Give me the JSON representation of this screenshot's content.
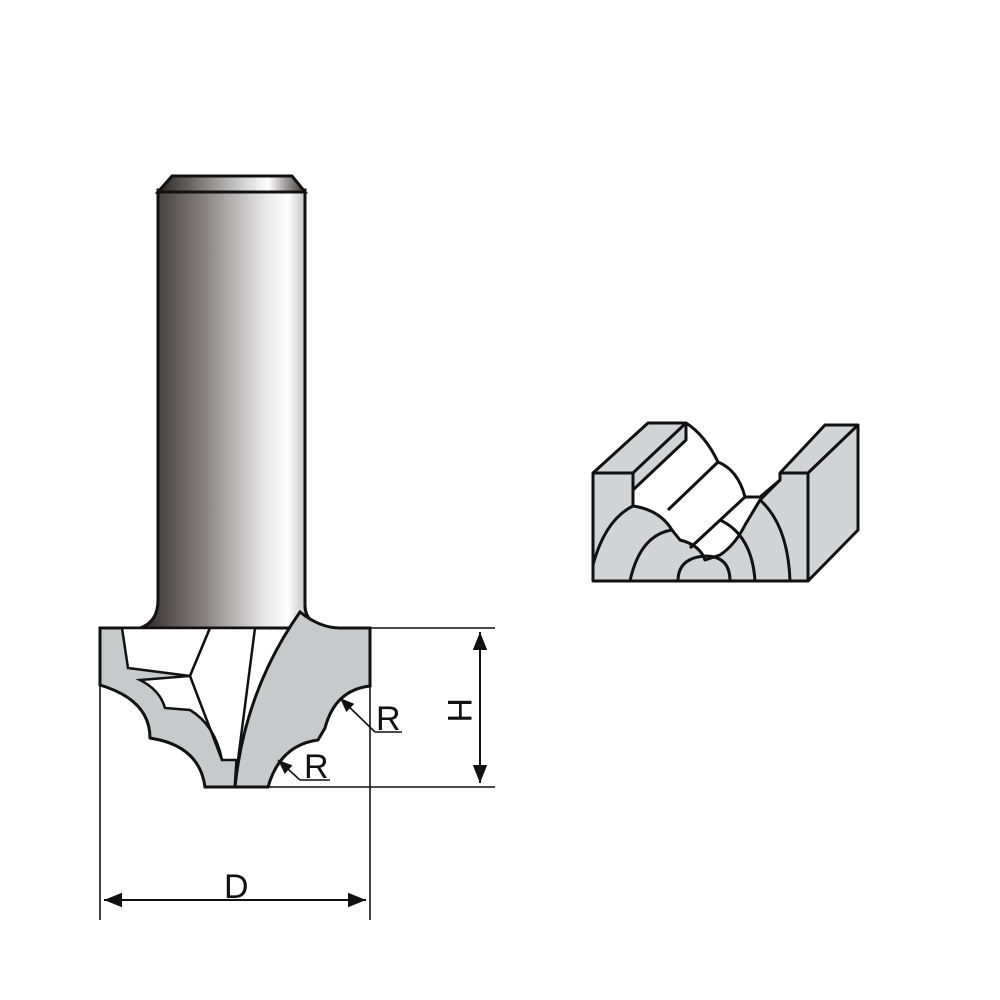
{
  "diagram": {
    "type": "router-bit-technical-drawing",
    "labels": {
      "diameter": "D",
      "height": "H",
      "radius_upper": "R",
      "radius_lower": "R"
    },
    "colors": {
      "outline": "#111111",
      "cutter_fill": "#c8c9cb",
      "profile_fill": "#d2d3d5",
      "shank_dark": "#3a3333",
      "shank_light": "#ffffff"
    }
  }
}
